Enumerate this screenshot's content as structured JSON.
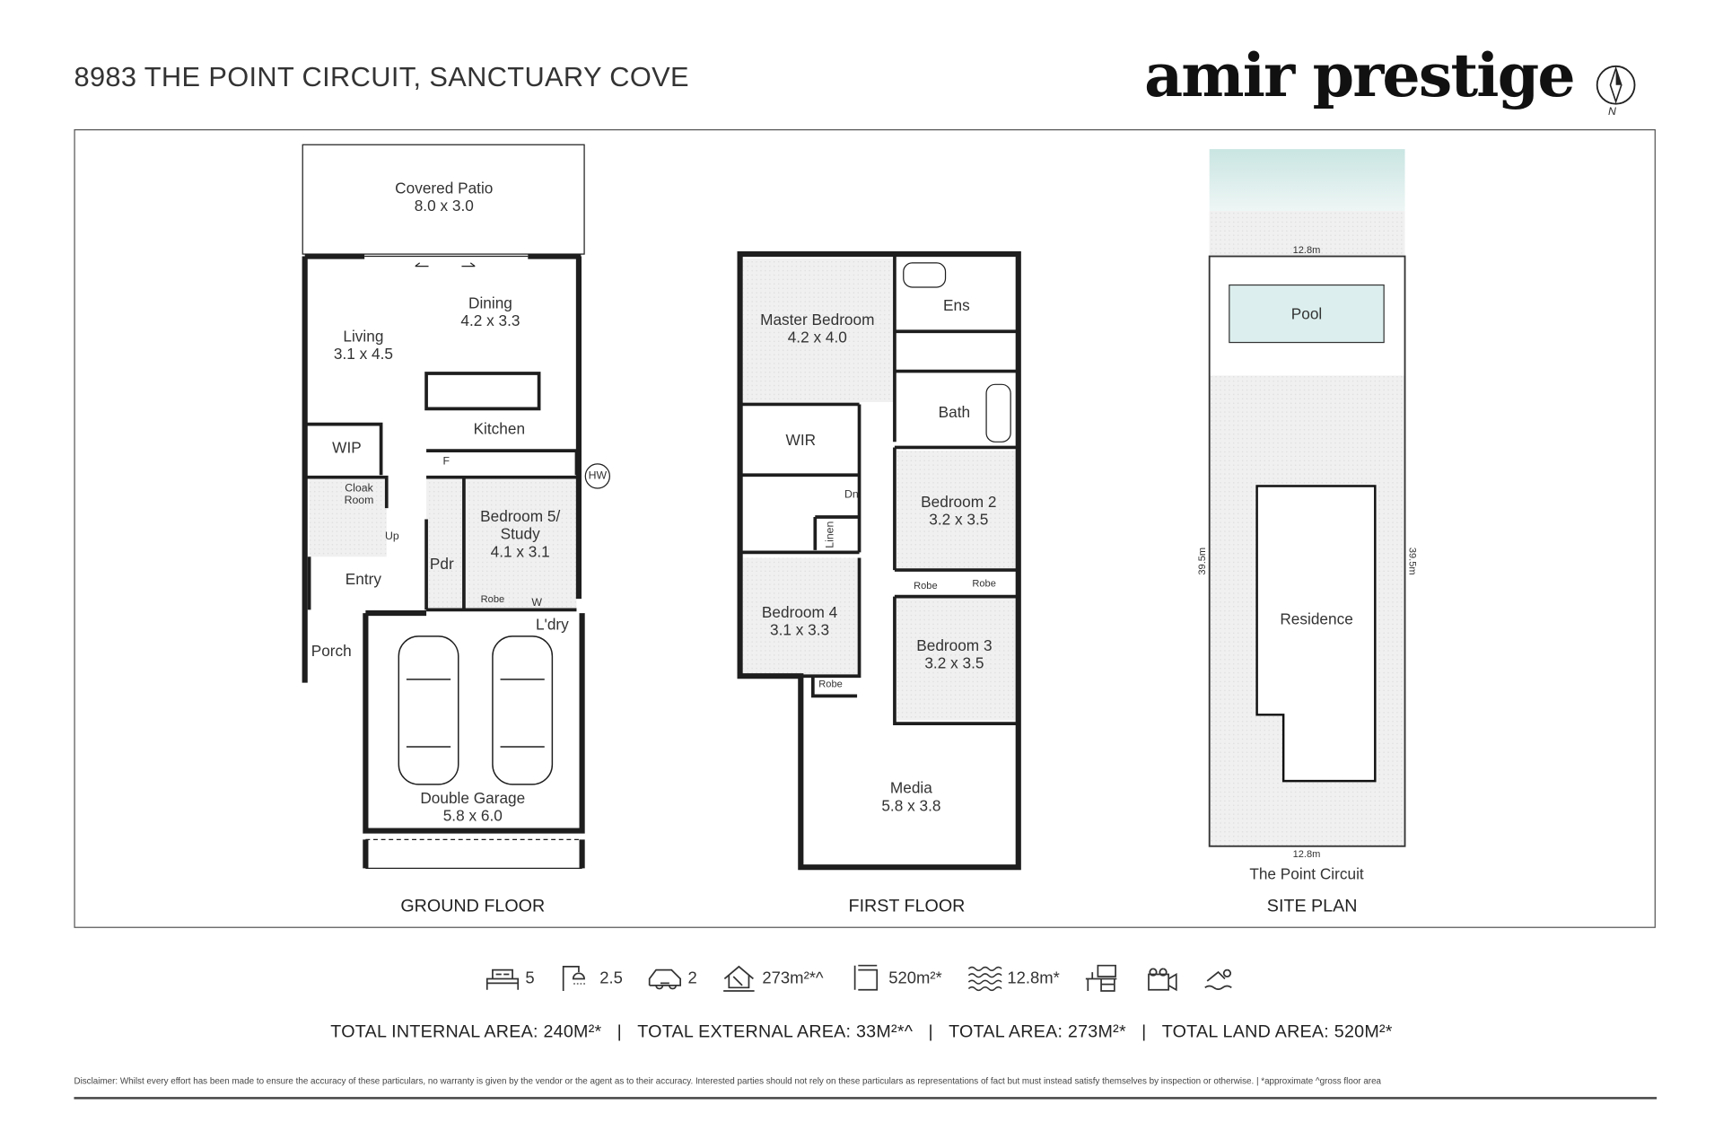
{
  "header": {
    "address": "8983 THE POINT CIRCUIT, SANCTUARY COVE",
    "brand": "amir prestige",
    "compass_label": "N"
  },
  "ground_floor": {
    "caption": "GROUND FLOOR",
    "rooms": [
      {
        "name": "Covered Patio",
        "size": "8.0 x 3.0"
      },
      {
        "name": "Dining",
        "size": "4.2 x 3.3"
      },
      {
        "name": "Living",
        "size": "3.1 x 4.5"
      },
      {
        "name": "Kitchen"
      },
      {
        "name": "WIP"
      },
      {
        "name": "Cloak Room"
      },
      {
        "name": "Bedroom 5/ Study",
        "size": "4.1 x 3.1"
      },
      {
        "name": "Entry"
      },
      {
        "name": "Pdr"
      },
      {
        "name": "Robe"
      },
      {
        "name": "L'dry"
      },
      {
        "name": "Porch"
      },
      {
        "name": "Double Garage",
        "size": "5.8 x 6.0"
      }
    ],
    "marks": {
      "up": "Up",
      "fridge": "F",
      "hw": "HW",
      "washer": "W"
    }
  },
  "first_floor": {
    "caption": "FIRST FLOOR",
    "rooms": [
      {
        "name": "Master Bedroom",
        "size": "4.2 x 4.0"
      },
      {
        "name": "Ens"
      },
      {
        "name": "WIR"
      },
      {
        "name": "Bath"
      },
      {
        "name": "Bedroom 2",
        "size": "3.2 x 3.5"
      },
      {
        "name": "Linen"
      },
      {
        "name": "Robe"
      },
      {
        "name": "Robe"
      },
      {
        "name": "Bedroom 4",
        "size": "3.1 x 3.3"
      },
      {
        "name": "Bedroom 3",
        "size": "3.2 x 3.5"
      },
      {
        "name": "Robe"
      },
      {
        "name": "Media",
        "size": "5.8 x 3.8"
      }
    ],
    "marks": {
      "down": "Dn"
    }
  },
  "site_plan": {
    "caption": "SITE PLAN",
    "pool": "Pool",
    "residence": "Residence",
    "street": "The Point Circuit",
    "dims": {
      "top": "12.8m",
      "bottom": "12.8m",
      "left": "39.5m",
      "right": "39.5m"
    }
  },
  "stats": [
    {
      "icon": "bed-icon",
      "value": "5"
    },
    {
      "icon": "shower-icon",
      "value": "2.5"
    },
    {
      "icon": "car-icon",
      "value": "2"
    },
    {
      "icon": "house-area-icon",
      "value": "273m²*^"
    },
    {
      "icon": "land-area-icon",
      "value": "520m²*"
    },
    {
      "icon": "water-frontage-icon",
      "value": "12.8m*"
    },
    {
      "icon": "study-desk-icon"
    },
    {
      "icon": "media-camera-icon"
    },
    {
      "icon": "pool-swimmer-icon"
    }
  ],
  "totals": [
    "TOTAL INTERNAL AREA: 240M²*",
    "TOTAL EXTERNAL AREA: 33M²*^",
    "TOTAL AREA: 273M²*",
    "TOTAL LAND AREA: 520M²*"
  ],
  "totals_separator": "|",
  "disclaimer": "Disclaimer: Whilst every effort has been made to ensure the accuracy of these particulars, no warranty is given by the vendor or the agent as to their accuracy. Interested parties should not rely on these particulars as representations of fact but must instead satisfy themselves by inspection or otherwise.  |  *approximate ^gross floor area",
  "colors": {
    "wall": "#1e1e1e",
    "pool": "#dcefee",
    "water": "#cfe6e3",
    "text": "#2a2a2a"
  }
}
